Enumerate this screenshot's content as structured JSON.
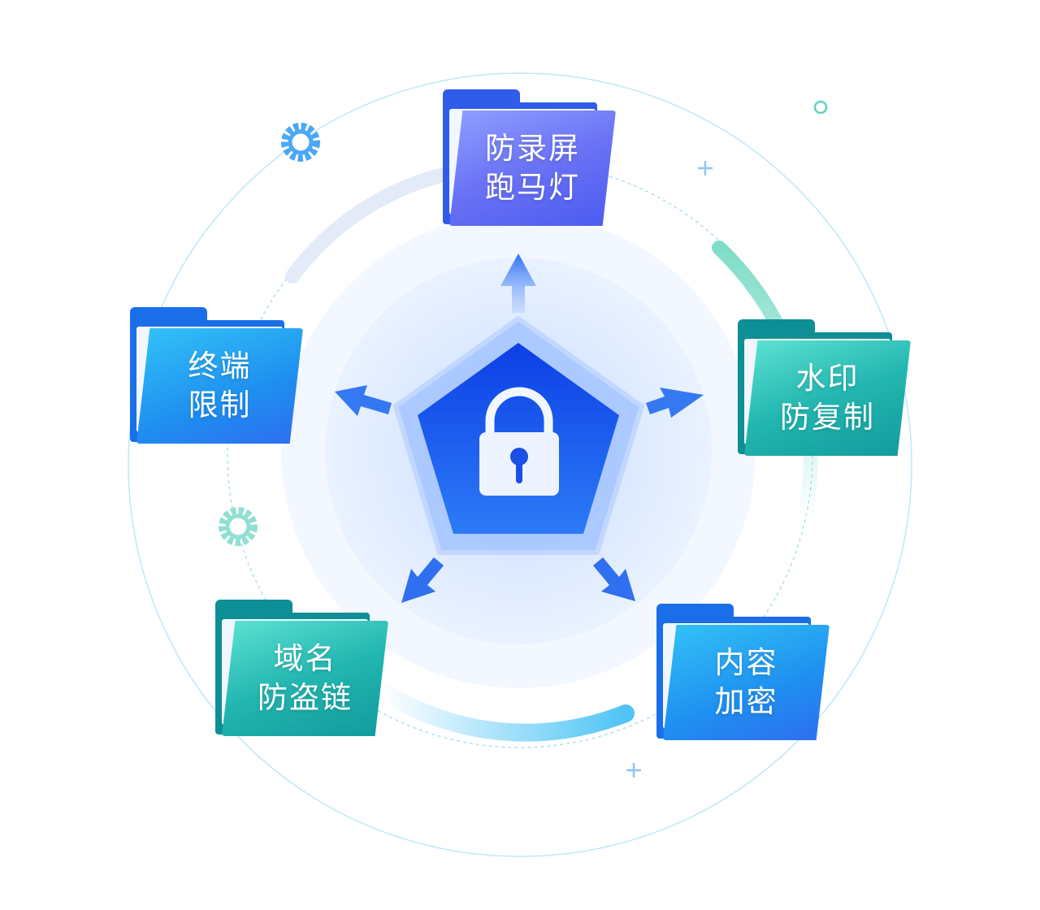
{
  "center": {
    "icon": "lock-icon"
  },
  "features": [
    {
      "id": "anti-screen-recording",
      "label": "防录屏\n跑马灯",
      "color": "purple"
    },
    {
      "id": "watermark",
      "label": "水印\n防复制",
      "color": "teal"
    },
    {
      "id": "content-encryption",
      "label": "内容\n加密",
      "color": "blue"
    },
    {
      "id": "domain-anti-leech",
      "label": "域名\n防盗链",
      "color": "teal"
    },
    {
      "id": "terminal-restriction",
      "label": "终端\n限制",
      "color": "blue"
    }
  ],
  "colors": {
    "primary": "#1f5af0",
    "teal": "#23b6b0",
    "light": "#dbe8ff"
  }
}
